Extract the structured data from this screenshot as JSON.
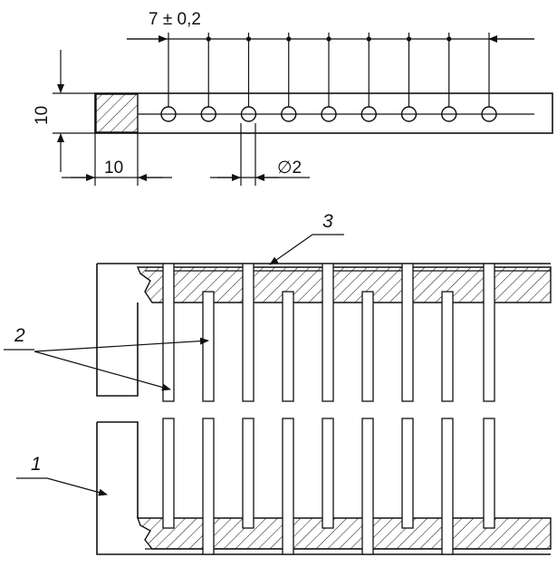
{
  "top_view": {
    "pitch_label": "7 ± 0,2",
    "height_label": "10",
    "width_label": "10",
    "diameter_label": "∅2",
    "hole_count": 9
  },
  "section_view": {
    "callouts": [
      "1",
      "2",
      "3"
    ]
  },
  "colors": {
    "line": "#111111",
    "paper": "#ffffff"
  }
}
